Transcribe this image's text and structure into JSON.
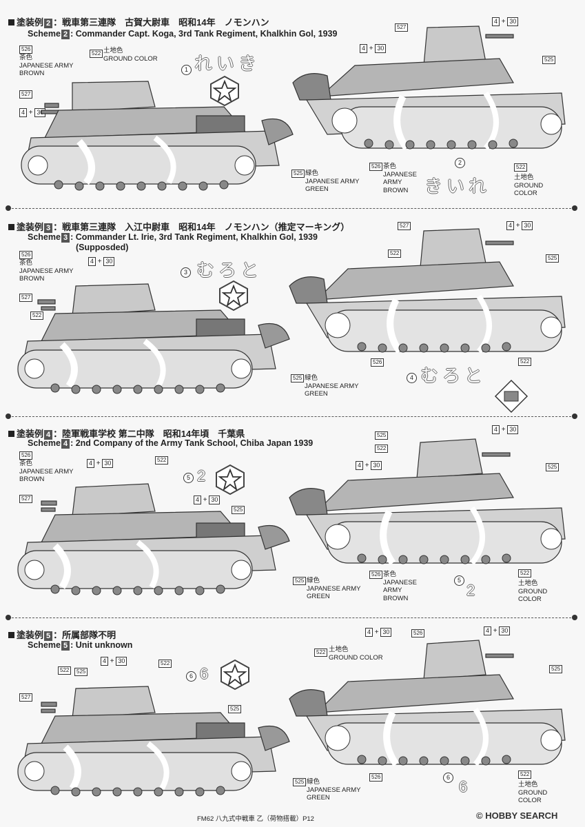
{
  "schemes": [
    {
      "title_ja_prefix": "塗装例",
      "number": "2",
      "title_ja": "：戦車第三連隊　古賀大尉車　昭和14年　ノモンハン",
      "title_en_prefix": "Scheme",
      "title_en": ": Commander Capt. Koga,  3rd Tank Regiment, Khalkhin Gol, 1939",
      "subtitle": "",
      "decal_text": "れいき",
      "decal_text_right": "きいれ"
    },
    {
      "title_ja_prefix": "塗装例",
      "number": "3",
      "title_ja": "：戦車第三連隊　入江中尉車　昭和14年　ノモンハン（推定マーキング）",
      "title_en_prefix": "Scheme",
      "title_en": ": Commander Lt. Irie,  3rd Tank Regiment, Khalkhin Gol, 1939",
      "subtitle": "(Supposded)",
      "decal_text": "むろと",
      "decal_text_right": "むろと"
    },
    {
      "title_ja_prefix": "塗装例",
      "number": "4",
      "title_ja": "：陸軍戦車学校 第二中隊　昭和14年頃　千葉県",
      "title_en_prefix": "Scheme",
      "title_en": ": 2nd Company of the Army Tank School, Chiba Japan 1939",
      "subtitle": "",
      "decal_text": "2",
      "decal_text_right": "2"
    },
    {
      "title_ja_prefix": "塗装例",
      "number": "5",
      "title_ja": "：所属部隊不明",
      "title_en_prefix": "Scheme",
      "title_en": ": Unit unknown",
      "subtitle": "",
      "decal_text": "6",
      "decal_text_right": "6"
    }
  ],
  "colors": {
    "c526": "526\n茶色\nJAPANESE ARMY\nBROWN",
    "c522_ground": "522\n土地色\nGROUND COLOR",
    "c525_green": "525\n緑色\nJAPANESE ARMY\nGREEN",
    "brown_label": "茶色\nJAPANESE ARMY\nBROWN",
    "ground_label": "土地色\nGROUND\nCOLOR",
    "green_label": "緑色\nJAPANESE ARMY\nGREEN"
  },
  "labels": {
    "code_522": "522",
    "code_525": "525",
    "code_526": "526",
    "code_527": "527",
    "decal_4": "4",
    "decal_30": "30",
    "plus": "+",
    "c1": "1",
    "c2": "2",
    "c3": "3",
    "c4": "4",
    "c5": "5",
    "c6": "6",
    "ja_brown": "茶色",
    "en_brown_1": "JAPANESE ARMY",
    "en_brown_2": "BROWN",
    "ja_ground": "土地色",
    "en_ground": "GROUND COLOR",
    "en_ground_1": "GROUND",
    "en_ground_2": "COLOR",
    "ja_green": "緑色",
    "en_green_1": "JAPANESE ARMY",
    "en_green_2": "GREEN",
    "en_army": "JAPANESE",
    "en_army_2": "ARMY",
    "en_brown_short": "BROWN"
  },
  "footer": {
    "text": "FM62 八九式中戦車 乙（荷物搭載）P12",
    "watermark": "© HOBBY SEARCH"
  },
  "accent_colors": {
    "camo_light": "#d9d9d9",
    "camo_mid": "#a9a9a9",
    "camo_dark": "#7a7a7a",
    "outline": "#333333"
  }
}
